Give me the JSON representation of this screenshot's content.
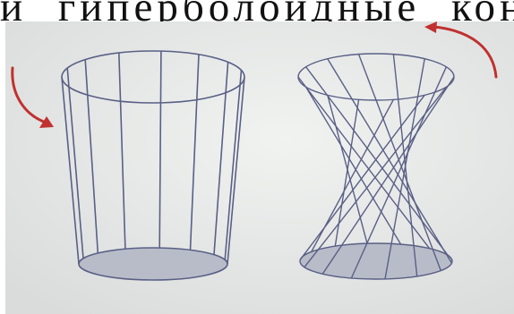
{
  "caption_fragment": "и гиперболоидные конструкций, котор",
  "photo": {
    "subject_left": "cylinder-wireframe",
    "subject_right": "hyperboloid-wireframe",
    "arrow_color": "#c0312f",
    "line_color": "#5a5f86",
    "paper_color": "#e8ebe9",
    "base_fill": "#b8bcc8"
  }
}
